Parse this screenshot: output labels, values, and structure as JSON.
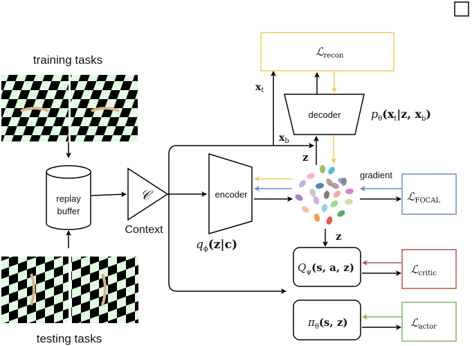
{
  "title_label_training": "training tasks",
  "title_label_testing": "testing tasks",
  "replay_buffer": {
    "line1": "replay",
    "line2": "buffer"
  },
  "context": {
    "symbol": "𝒞",
    "label": "Context"
  },
  "encoder": {
    "label": "encoder",
    "formula": "q",
    "formula_sub": "ϕ",
    "formula_rest": "(z|c)"
  },
  "decoder": {
    "label": "decoder",
    "formula": "p",
    "formula_sub": "θ",
    "formula_rest": "(x",
    "formula_rest_sub": "t",
    "formula_rest2": "|z, x",
    "formula_rest2_sub": "b",
    "formula_close": ")"
  },
  "losses": {
    "recon": {
      "symbol": "ℒ",
      "sub": "recon",
      "color": "#f7c85a"
    },
    "focal": {
      "symbol": "ℒ",
      "sub": "FOCAL",
      "color": "#6c8ebf"
    },
    "critic": {
      "symbol": "ℒ",
      "sub": "critic",
      "color": "#b85450"
    },
    "actor": {
      "symbol": "ℒ",
      "sub": "actor",
      "color": "#82b366"
    }
  },
  "critic": {
    "formula": "Q",
    "sub": "ψ",
    "rest": "(s, a, z)"
  },
  "actor": {
    "formula": "π",
    "sub": "θ",
    "rest": "(s, z)"
  },
  "labels": {
    "xt": "x",
    "xt_sub": "t",
    "xb": "x",
    "xb_sub": "b",
    "z": "z",
    "gradient": "gradient"
  },
  "embedding_cluster_colors": [
    "#8fb23f",
    "#2bb5c9",
    "#f2a7c6",
    "#6d9bd6",
    "#a98d7d",
    "#8a7f7f",
    "#b9a5e0",
    "#2a6fb7",
    "#a28a9a",
    "#bdbdbd",
    "#666666",
    "#f59aa8",
    "#d86ad0",
    "#9b68c4",
    "#c69de3",
    "#7fc9e3",
    "#89d27c",
    "#c4d98a",
    "#f5b98a",
    "#f08a2a",
    "#e53935",
    "#3aa04a"
  ]
}
